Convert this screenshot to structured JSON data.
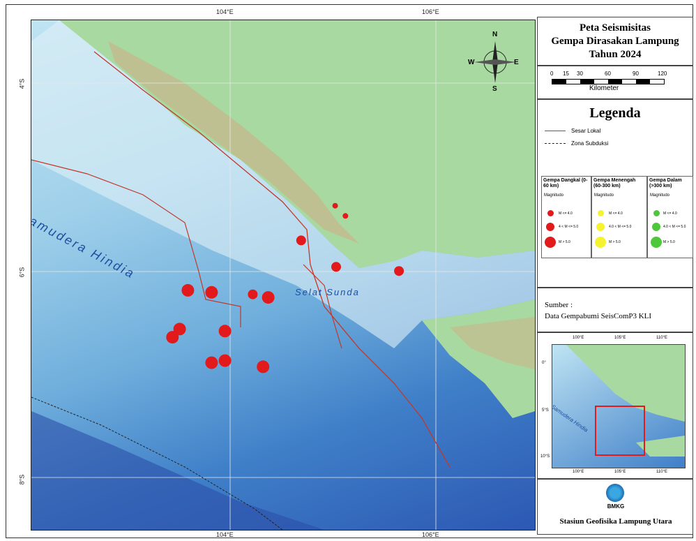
{
  "map": {
    "top_lon_ticks": [
      "104°E",
      "106°E"
    ],
    "bottom_lon_ticks": [
      "104°E",
      "106°E"
    ],
    "lat_ticks": [
      "4°S",
      "6°S",
      "8°S"
    ],
    "labels": {
      "ocean": "Samudera Hindia",
      "strait": "Selat Sunda"
    },
    "compass": {
      "n": "N",
      "s": "S",
      "e": "E",
      "w": "W"
    },
    "earthquakes": [
      {
        "lon": 103.85,
        "lat": -5.97,
        "magnitude_class": "M > 5.0"
      },
      {
        "lon": 103.62,
        "lat": -5.95,
        "magnitude_class": "M > 5.0"
      },
      {
        "lon": 104.25,
        "lat": -5.99,
        "magnitude_class": "4 < M <= 5.0"
      },
      {
        "lon": 104.4,
        "lat": -6.02,
        "magnitude_class": "M > 5.0"
      },
      {
        "lon": 103.54,
        "lat": -6.33,
        "magnitude_class": "M > 5.0"
      },
      {
        "lon": 103.47,
        "lat": -6.41,
        "magnitude_class": "M > 5.0"
      },
      {
        "lon": 103.98,
        "lat": -6.35,
        "magnitude_class": "M > 5.0"
      },
      {
        "lon": 103.85,
        "lat": -6.66,
        "magnitude_class": "M > 5.0"
      },
      {
        "lon": 103.98,
        "lat": -6.64,
        "magnitude_class": "M > 5.0"
      },
      {
        "lon": 104.35,
        "lat": -6.7,
        "magnitude_class": "M > 5.0"
      },
      {
        "lon": 104.72,
        "lat": -5.46,
        "magnitude_class": "4 < M <= 5.0"
      },
      {
        "lon": 105.06,
        "lat": -5.72,
        "magnitude_class": "4 < M <= 5.0"
      },
      {
        "lon": 105.67,
        "lat": -5.76,
        "magnitude_class": "4 < M <= 5.0"
      },
      {
        "lon": 105.05,
        "lat": -5.12,
        "magnitude_class": "M <= 4.0"
      },
      {
        "lon": 105.15,
        "lat": -5.22,
        "magnitude_class": "M <= 4.0"
      }
    ]
  },
  "title": {
    "line1": "Peta Seismisitas",
    "line2": "Gempa Dirasakan Lampung",
    "line3": "Tahun 2024"
  },
  "scale": {
    "ticks": [
      "0",
      "15",
      "30",
      "60",
      "90",
      "120"
    ],
    "unit": "Kilometer"
  },
  "legend": {
    "title": "Legenda",
    "fault": "Sesar Lokal",
    "subduction": "Zona Subduksi",
    "columns": [
      {
        "head": "Gempa Dangkal (0-60 km)",
        "mag_label": "Magnitudo",
        "color": "#e31a1c",
        "items": [
          "M <= 4.0",
          "4 < M <= 5.0",
          "M > 5.0"
        ]
      },
      {
        "head": "Gempa Menengah (60-300 km)",
        "mag_label": "Magnitudo",
        "color": "#f5f230",
        "items": [
          "M <= 4.0",
          "4.0 < M <= 5.0",
          "M > 5.0"
        ]
      },
      {
        "head": "Gempa Dalam (>300 km)",
        "mag_label": "Magnitudo",
        "color": "#4dc83a",
        "items": [
          "M <= 4.0",
          "4.0 < M <= 5.0",
          "M > 5.0"
        ]
      }
    ]
  },
  "source": {
    "label": "Sumber :",
    "value": "Data Gempabumi SeisComP3 KLI"
  },
  "inset": {
    "top_ticks": [
      "100°E",
      "105°E",
      "110°E"
    ],
    "bottom_ticks": [
      "100°E",
      "105°E",
      "110°E"
    ],
    "lat_ticks": [
      "0°",
      "5°S",
      "10°S"
    ],
    "ocean": "Samudera Hindia"
  },
  "logo": {
    "text": "BMKG"
  },
  "station": "Stasiun Geofisika Lampung Utara"
}
